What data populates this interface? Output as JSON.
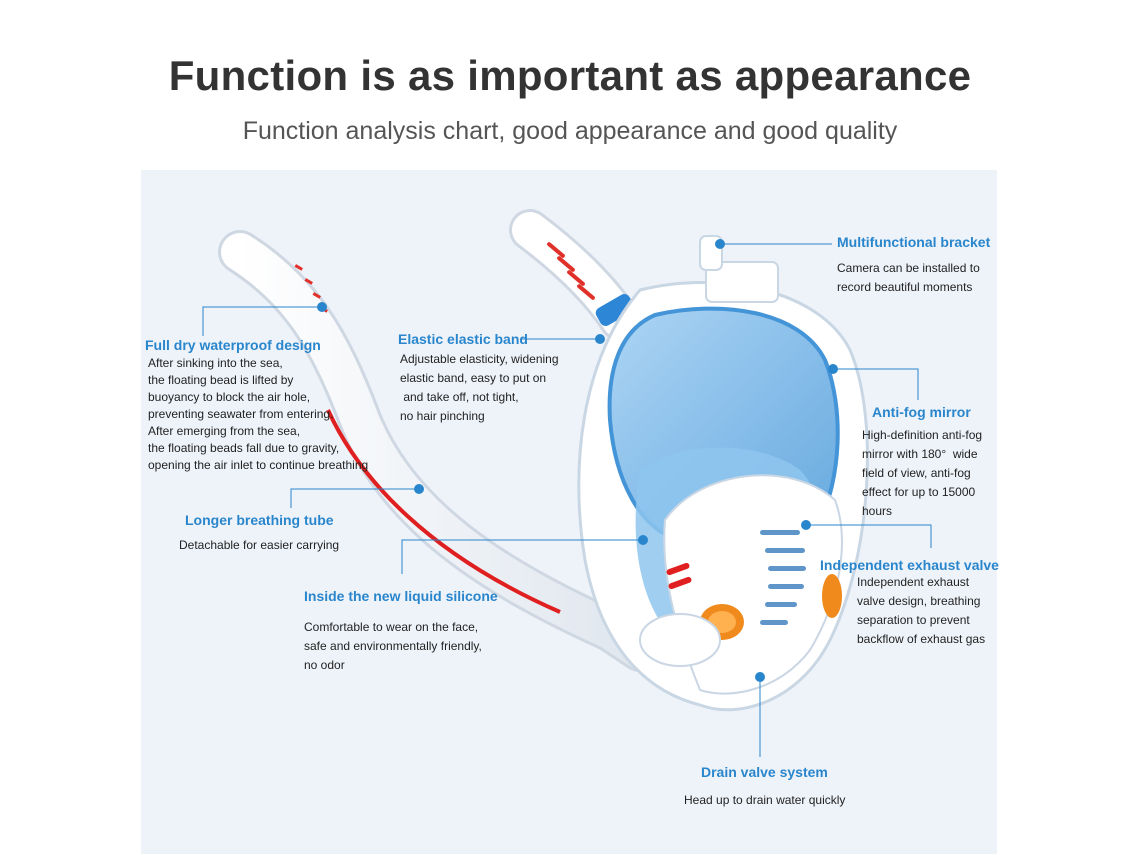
{
  "header": {
    "title": "Function is as important as appearance",
    "subtitle": "Function analysis chart, good appearance and good quality"
  },
  "colors": {
    "accent": "#2a86cc",
    "mask_blue": "#7fb9e8",
    "tube_red": "#e02020"
  },
  "features": [
    {
      "id": "bracket",
      "title": "Multifunctional bracket",
      "desc": "Camera can be installed to\nrecord beautiful moments"
    },
    {
      "id": "antifog",
      "title": "Anti-fog mirror",
      "desc": "High-definition anti-fog\nmirror with 180°  wide\nfield of view, anti-fog\neffect for up to 15000\nhours"
    },
    {
      "id": "exhaust",
      "title": "Independent exhaust valve",
      "desc": "Independent exhaust\nvalve design, breathing\nseparation to prevent\nbackflow of exhaust gas"
    },
    {
      "id": "drain",
      "title": "Drain valve system",
      "desc": "Head up to drain water quickly"
    },
    {
      "id": "silicone",
      "title": "Inside the new liquid silicone",
      "desc": "Comfortable to wear on the face,\nsafe and environmentally friendly,\nno odor"
    },
    {
      "id": "tube",
      "title": "Longer breathing tube",
      "desc": "Detachable for easier carrying"
    },
    {
      "id": "dry",
      "title": "Full dry waterproof design",
      "desc": "After sinking into the sea,\nthe floating bead is lifted by\nbuoyancy to block the air hole,\npreventing seawater from entering.\nAfter emerging from the sea,\nthe floating beads fall due to gravity,\nopening the air inlet to continue breathing"
    },
    {
      "id": "band",
      "title": "Elastic elastic band",
      "desc": "Adjustable elasticity, widening\nelastic band, easy to put on\n and take off, not tight,\nno hair pinching"
    }
  ]
}
